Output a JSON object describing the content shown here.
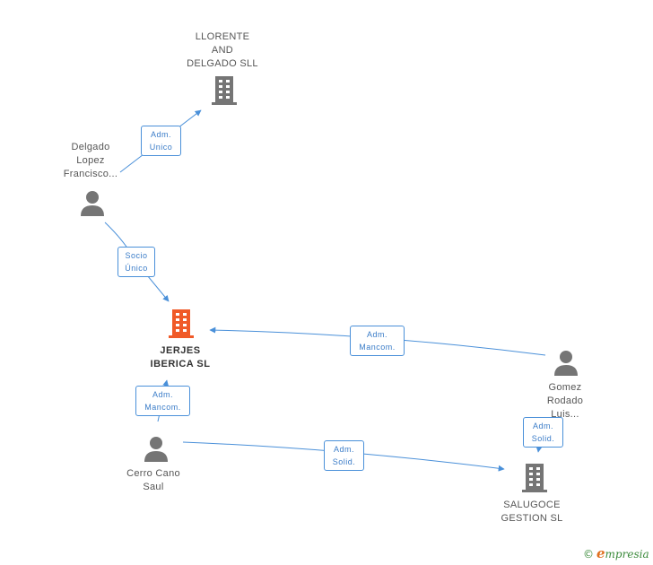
{
  "colors": {
    "edge": "#4a90d9",
    "company": "#757575",
    "company_main": "#f05a28",
    "person": "#757575"
  },
  "nodes": {
    "llorente": {
      "type": "company",
      "lines": [
        "LLORENTE",
        "AND",
        "DELGADO SLL"
      ]
    },
    "delgado": {
      "type": "person",
      "lines": [
        "Delgado",
        "Lopez",
        "Francisco..."
      ]
    },
    "jerjes": {
      "type": "company-main",
      "lines": [
        "JERJES",
        "IBERICA SL"
      ]
    },
    "gomez": {
      "type": "person",
      "lines": [
        "Gomez",
        "Rodado",
        "Luis..."
      ]
    },
    "cerro": {
      "type": "person",
      "lines": [
        "Cerro Cano",
        "Saul"
      ]
    },
    "salugoce": {
      "type": "company",
      "lines": [
        "SALUGOCE",
        "GESTION SL"
      ]
    }
  },
  "relations": [
    {
      "lines": [
        "Adm.",
        "Unico"
      ]
    },
    {
      "lines": [
        "Socio",
        "Único"
      ]
    },
    {
      "lines": [
        "Adm.",
        "Mancom."
      ]
    },
    {
      "lines": [
        "Adm.",
        "Mancom."
      ]
    },
    {
      "lines": [
        "Adm.",
        "Solid."
      ]
    },
    {
      "lines": [
        "Adm.",
        "Solid."
      ]
    }
  ],
  "brand": {
    "copyright": "©",
    "initial": "e",
    "rest": "mpresia"
  }
}
